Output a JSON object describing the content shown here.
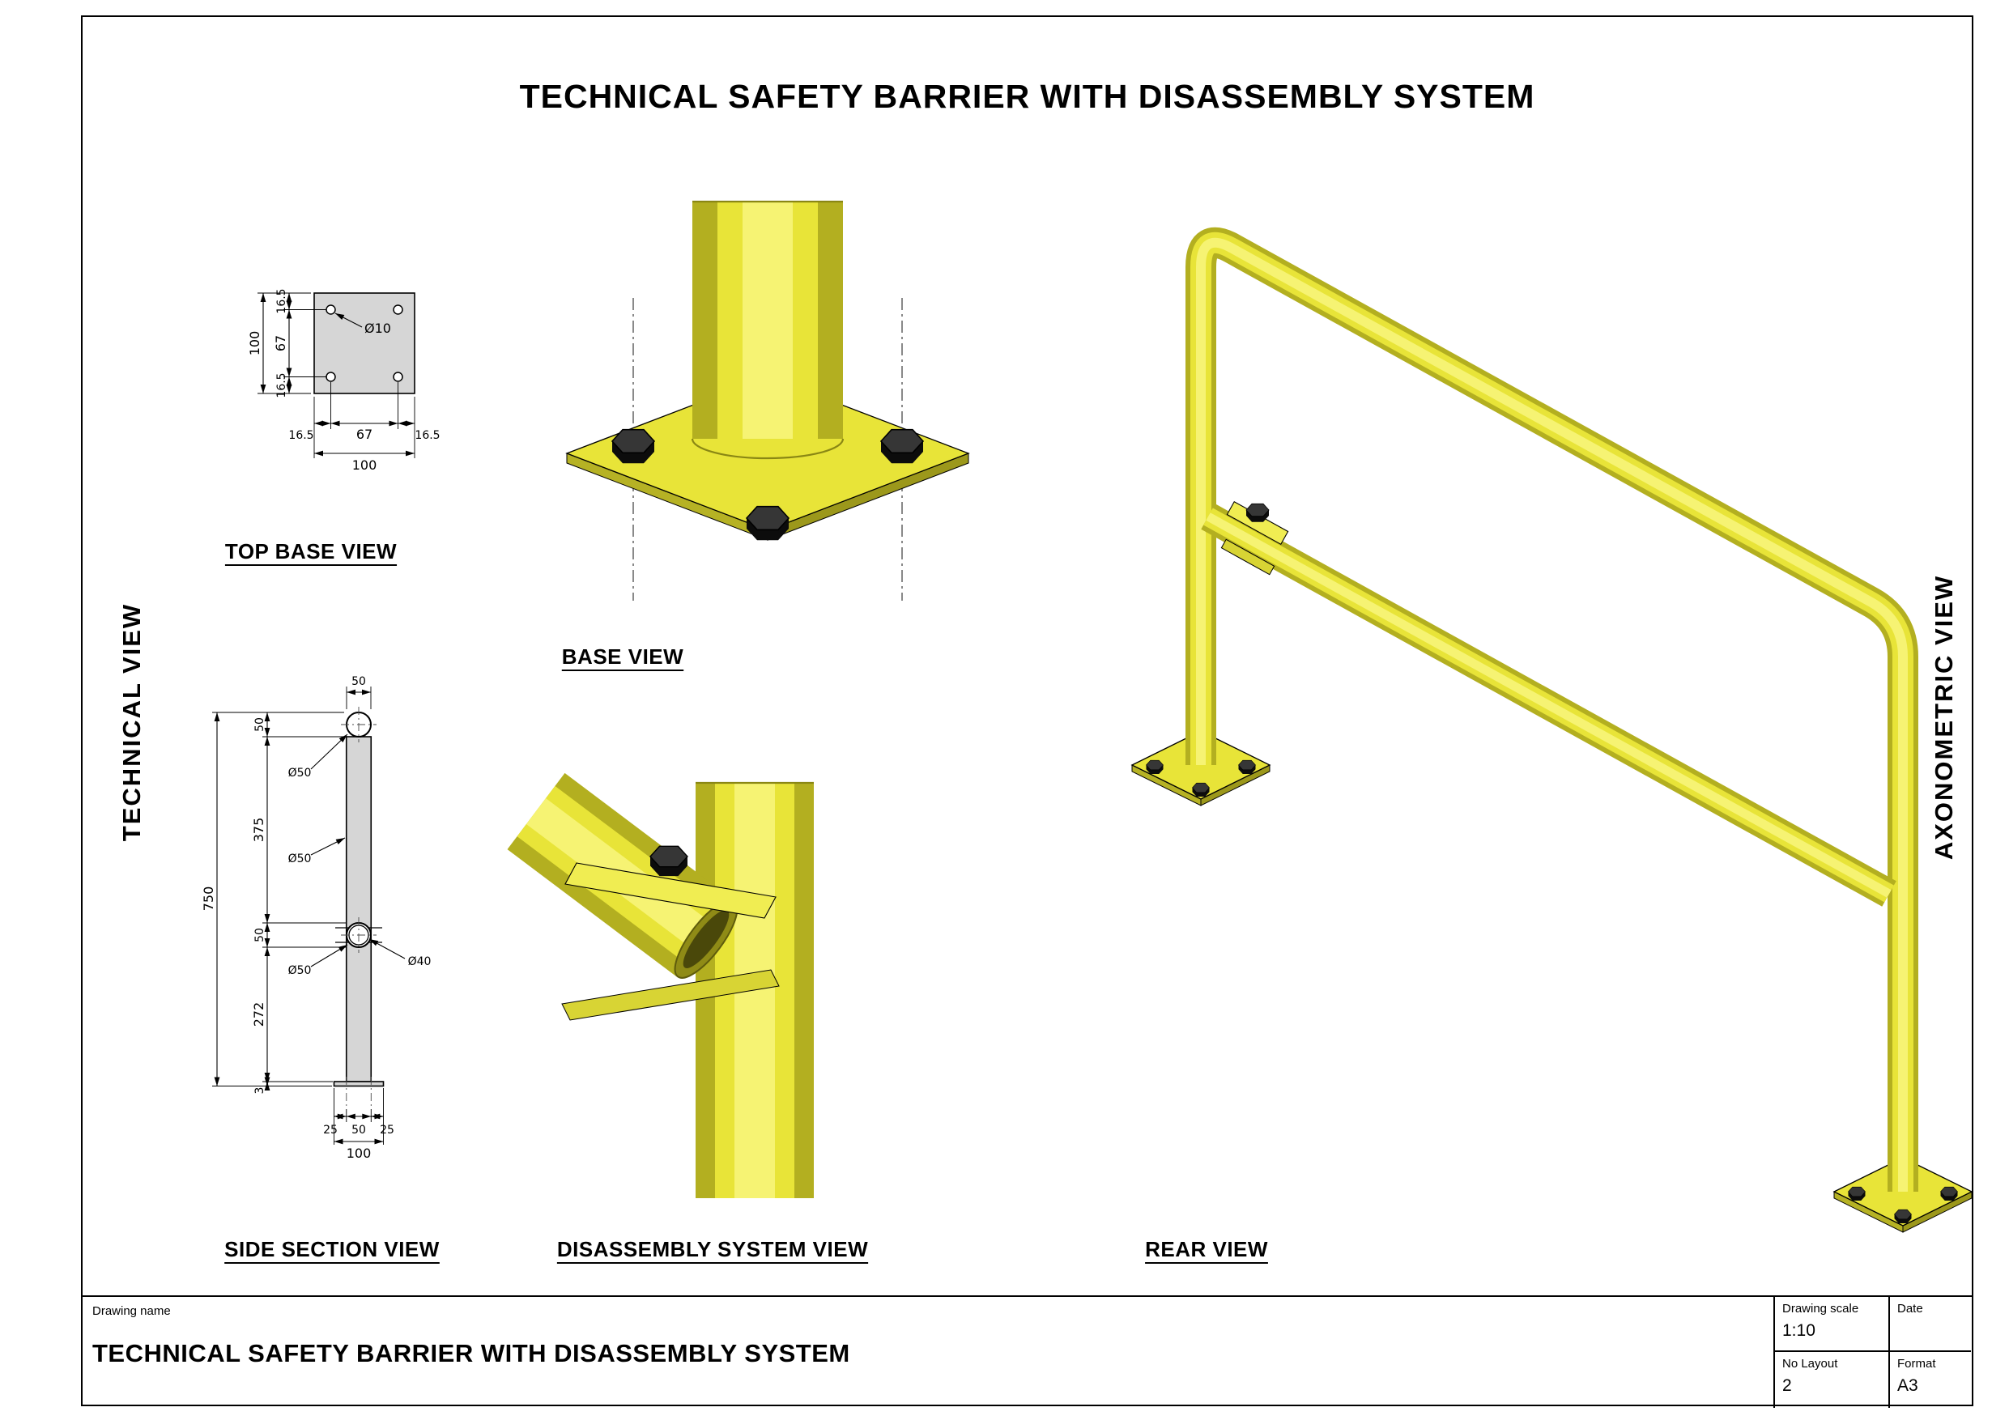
{
  "title": "TECHNICAL SAFETY BARRIER WITH DISASSEMBLY SYSTEM",
  "side_labels": {
    "left": "TECHNICAL VIEW",
    "right": "AXONOMETRIC VIEW"
  },
  "views": {
    "top_base": {
      "label": "TOP BASE VIEW",
      "dims": {
        "height_total": "100",
        "height_top": "16.5",
        "height_inner": "67",
        "height_bottom": "16.5",
        "width_left": "16.5",
        "width_inner": "67",
        "width_right": "16.5",
        "width_total": "100",
        "hole_diameter": "Ø10"
      }
    },
    "base": {
      "label": "BASE VIEW"
    },
    "side_section": {
      "label": "SIDE SECTION VIEW",
      "dims": {
        "height_total": "750",
        "seg_top_rail": "50",
        "seg_upper": "375",
        "seg_mid_rail": "50",
        "seg_lower": "272",
        "plate_thickness": "3",
        "top_rail_width": "50",
        "top_rail_diameter": "Ø50",
        "post_diameter": "Ø50",
        "mid_rail_outer_diameter": "Ø50",
        "mid_rail_inner_diameter": "Ø40",
        "anchor_left": "25",
        "anchor_span": "50",
        "anchor_right": "25",
        "plate_width": "100"
      }
    },
    "disassembly": {
      "label": "DISASSEMBLY SYSTEM VIEW"
    },
    "rear": {
      "label": "REAR VIEW"
    }
  },
  "title_block": {
    "name_label": "Drawing name",
    "name_value": "TECHNICAL SAFETY BARRIER WITH DISASSEMBLY SYSTEM",
    "scale_label": "Drawing scale",
    "scale_value": "1:10",
    "date_label": "Date",
    "date_value": "",
    "layout_label": "No Layout",
    "layout_value": "2",
    "format_label": "Format",
    "format_value": "A3"
  },
  "colors": {
    "barrier_yellow": "#e8e438",
    "barrier_yellow_light": "#f6f373",
    "barrier_yellow_dark": "#b3af20",
    "bolt_black": "#1e1e1e",
    "section_gray": "#d6d6d6",
    "line_black": "#000000",
    "paper_white": "#ffffff"
  }
}
